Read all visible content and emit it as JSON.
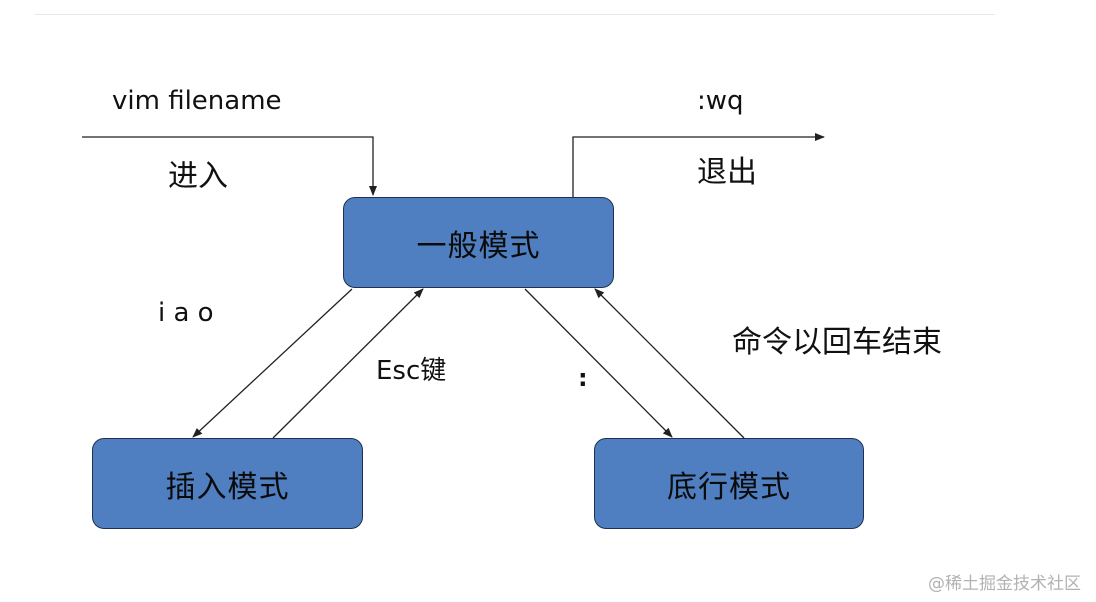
{
  "diagram": {
    "nodes": {
      "general_mode": "一般模式",
      "insert_mode": "插入模式",
      "bottom_line_mode": "底行模式"
    },
    "labels": {
      "enter_command": "vim filename",
      "enter_text": "进入",
      "exit_command": ":wq",
      "exit_text": "退出",
      "insert_keys": "i a o",
      "esc_key": "Esc键",
      "colon_key": ":",
      "command_end": "命令以回车结束"
    },
    "edges": [
      {
        "from": "",
        "to": "general_mode",
        "label": "vim filename"
      },
      {
        "from": "general_mode",
        "to": "",
        "label": ":wq"
      },
      {
        "from": "general_mode",
        "to": "insert_mode",
        "label": "i a o"
      },
      {
        "from": "insert_mode",
        "to": "general_mode",
        "label": "Esc键"
      },
      {
        "from": "general_mode",
        "to": "bottom_line_mode",
        "label": ":"
      },
      {
        "from": "bottom_line_mode",
        "to": "general_mode",
        "label": "命令以回车结束"
      }
    ],
    "colors": {
      "node_fill": "#4f7fc0",
      "node_border": "#1f3050",
      "line": "#222222"
    }
  },
  "watermark": "@稀土掘金技术社区"
}
